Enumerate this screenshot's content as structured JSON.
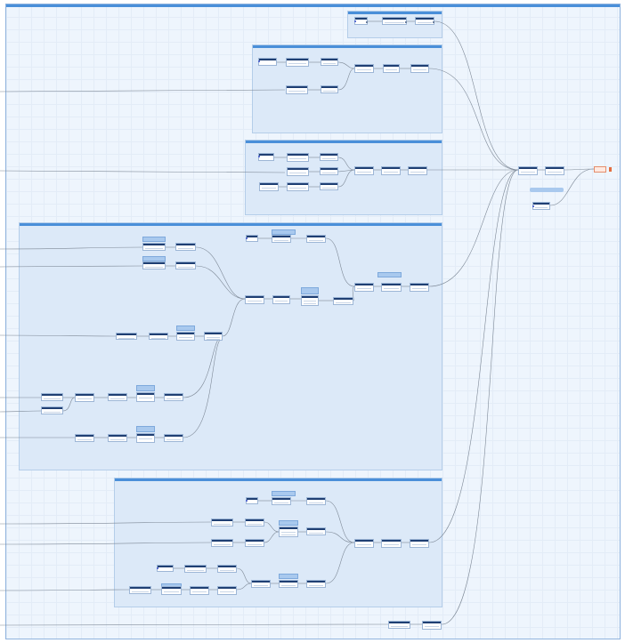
{
  "workspace": {
    "title": "",
    "colors": {
      "accent": "#4a8fd9",
      "node_header": "#1f3f73",
      "group_fill": "#dce9f8",
      "note_fill": "#a9c9ee",
      "end_marker": "#e36d3f"
    }
  },
  "groups": [
    {
      "id": "g1",
      "title": ""
    },
    {
      "id": "g2",
      "title": ""
    },
    {
      "id": "g3",
      "title": ""
    },
    {
      "id": "g4",
      "title": ""
    },
    {
      "id": "g5",
      "title": ""
    }
  ],
  "notes": [
    {
      "id": "n1",
      "text": ""
    },
    {
      "id": "n2",
      "text": ""
    },
    {
      "id": "n3",
      "text": ""
    },
    {
      "id": "n4",
      "text": ""
    },
    {
      "id": "n5",
      "text": ""
    },
    {
      "id": "n6",
      "text": ""
    },
    {
      "id": "n7",
      "text": ""
    },
    {
      "id": "n8",
      "text": ""
    },
    {
      "id": "n9",
      "text": ""
    },
    {
      "id": "n10",
      "text": ""
    },
    {
      "id": "n11",
      "text": ""
    },
    {
      "id": "n12",
      "text": ""
    }
  ],
  "pills": [
    {
      "id": "p1",
      "text": ""
    }
  ]
}
